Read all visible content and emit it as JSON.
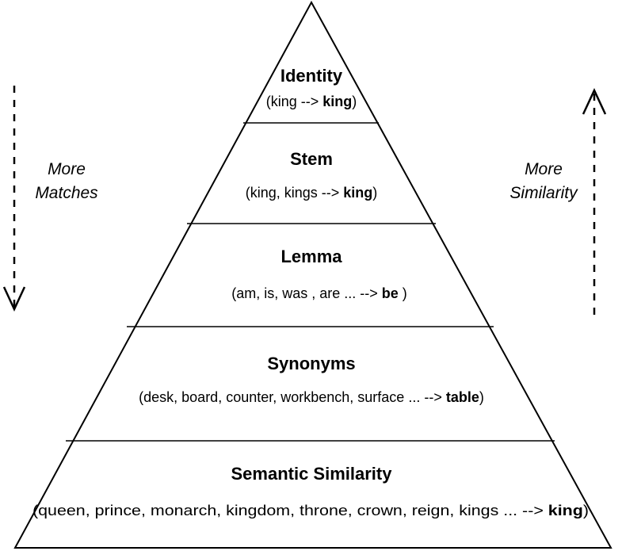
{
  "levels": [
    {
      "title": "Identity",
      "example_prefix": "(king --> ",
      "example_target": "king",
      "example_suffix": ")"
    },
    {
      "title": "Stem",
      "example_prefix": "(king, kings --> ",
      "example_target": "king",
      "example_suffix": ")"
    },
    {
      "title": "Lemma",
      "example_prefix": "(am, is, was , are ... --> ",
      "example_target": "be",
      "example_suffix": " )"
    },
    {
      "title": "Synonyms",
      "example_prefix": "(desk, board, counter, workbench, surface ... --> ",
      "example_target": "table",
      "example_suffix": ")"
    },
    {
      "title": "Semantic Similarity",
      "example_prefix": "(queen, prince, monarch, kingdom, throne, crown, reign, kings ... --> ",
      "example_target": "king",
      "example_suffix": ")"
    }
  ],
  "left_label": {
    "line1": "More",
    "line2": "Matches"
  },
  "right_label": {
    "line1": "More",
    "line2": "Similarity"
  }
}
